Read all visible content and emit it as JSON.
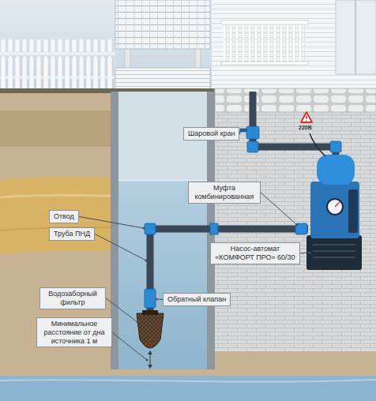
{
  "diagram": {
    "nodes": [
      {
        "text": [
          "Шаровой кран"
        ]
      },
      {
        "text": [
          "Муфта комбинированная"
        ]
      },
      {
        "text": [
          "Отвод"
        ]
      },
      {
        "text": [
          "Труба ПНД"
        ]
      },
      {
        "text": [
          "Насос-автомат «КОМФОРТ ПРО» 60/30"
        ]
      },
      {
        "text": [
          "Водозаборный фильтр"
        ]
      },
      {
        "text": [
          "Обратный клапан"
        ]
      },
      {
        "text": [
          "Минимальное расстояние от дна источника 1 м"
        ]
      }
    ],
    "labels": [
      "220В"
    ]
  }
}
